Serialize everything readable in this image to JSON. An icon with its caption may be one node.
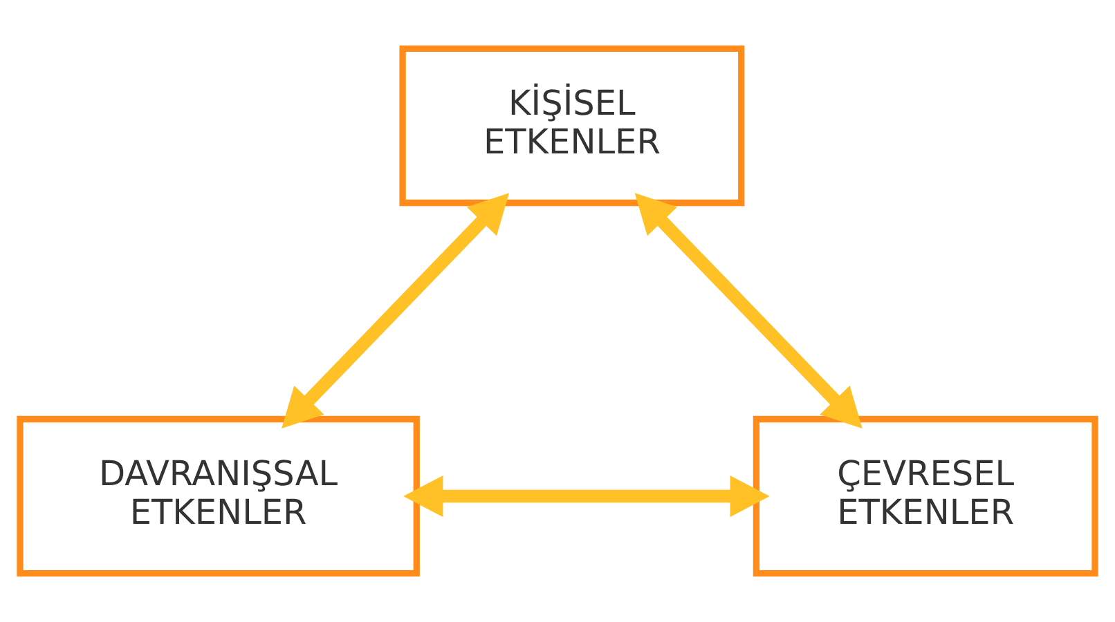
{
  "diagram": {
    "nodes": [
      {
        "text": [
          "KİŞİSEL ETKENLER"
        ]
      },
      {
        "text": [
          "DAVRANIŞSAL ETKENLER"
        ]
      },
      {
        "text": [
          "ÇEVRESEL ETKENLER"
        ]
      }
    ],
    "edges": [
      {
        "from": 0,
        "to": 1,
        "arrow": "both"
      },
      {
        "from": 0,
        "to": 2,
        "arrow": "both"
      },
      {
        "from": 1,
        "to": 2,
        "arrow": "both"
      }
    ]
  }
}
